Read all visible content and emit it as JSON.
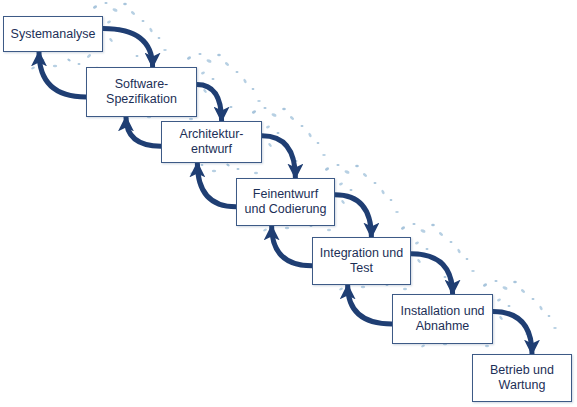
{
  "diagram": {
    "nodes": [
      {
        "text": [
          "Systemanalyse"
        ]
      },
      {
        "text": [
          "Software- Spezifikation"
        ]
      },
      {
        "text": [
          "Architektur- entwurf"
        ]
      },
      {
        "text": [
          "Feinentwurf und Codierung"
        ]
      },
      {
        "text": [
          "Integration und Test"
        ]
      },
      {
        "text": [
          "Installation und Abnahme"
        ]
      },
      {
        "text": [
          "Betrieb und Wartung"
        ]
      }
    ],
    "edges": [
      {
        "from": 0,
        "to": 1,
        "arrow": "to"
      },
      {
        "from": 1,
        "to": 0,
        "arrow": "to"
      },
      {
        "from": 1,
        "to": 2,
        "arrow": "to"
      },
      {
        "from": 2,
        "to": 1,
        "arrow": "to"
      },
      {
        "from": 2,
        "to": 3,
        "arrow": "to"
      },
      {
        "from": 3,
        "to": 2,
        "arrow": "to"
      },
      {
        "from": 3,
        "to": 4,
        "arrow": "to"
      },
      {
        "from": 4,
        "to": 3,
        "arrow": "to"
      },
      {
        "from": 4,
        "to": 5,
        "arrow": "to"
      },
      {
        "from": 5,
        "to": 4,
        "arrow": "to"
      },
      {
        "from": 5,
        "to": 6,
        "arrow": "to"
      }
    ]
  }
}
